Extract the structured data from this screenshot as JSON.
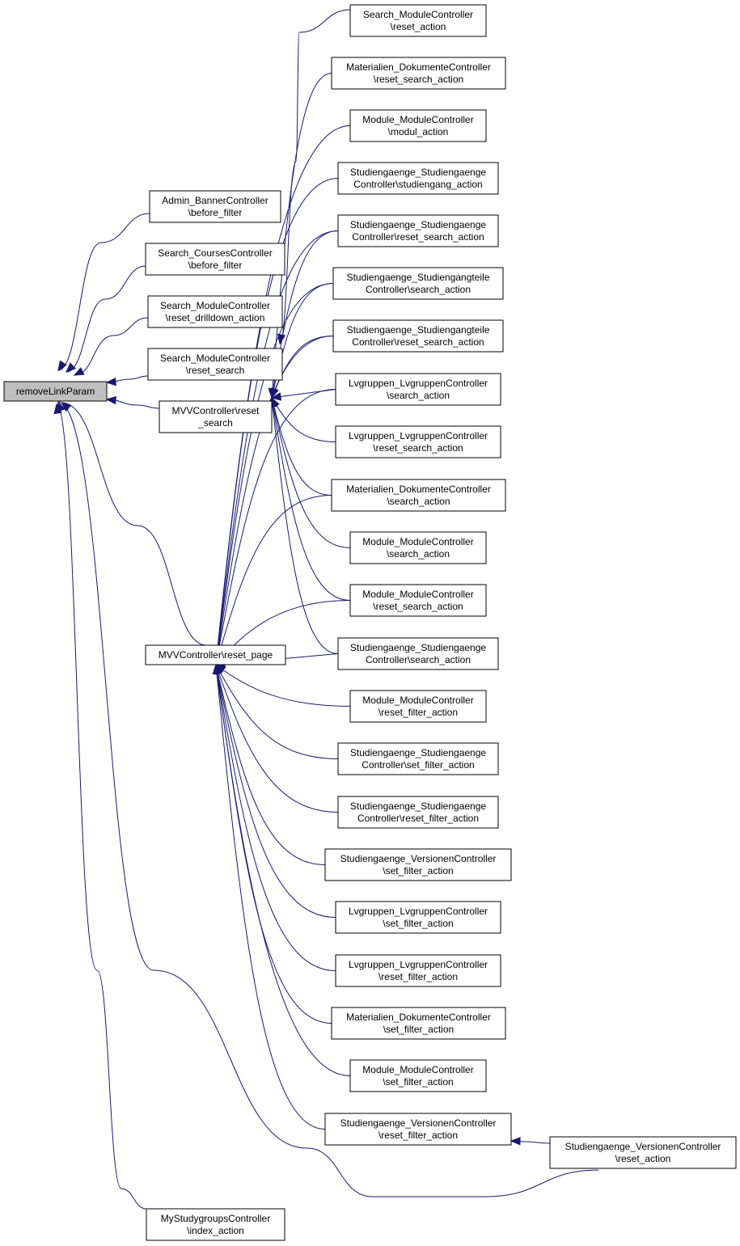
{
  "root": "removeLinkParam",
  "nodes": {
    "remove": {
      "lines": [
        "removeLinkParam"
      ]
    },
    "admin_banner": {
      "lines": [
        "Admin_BannerController",
        "\\before_filter"
      ]
    },
    "search_courses": {
      "lines": [
        "Search_CoursesController",
        "\\before_filter"
      ]
    },
    "search_mod_drill": {
      "lines": [
        "Search_ModuleController",
        "\\reset_drilldown_action"
      ]
    },
    "search_mod_reset_search": {
      "lines": [
        "Search_ModuleController",
        "\\reset_search"
      ]
    },
    "mvv_reset_search": {
      "lines": [
        "MVVController\\reset",
        "_search"
      ]
    },
    "mvv_reset_page": {
      "lines": [
        "MVVController\\reset_page"
      ]
    },
    "mystudygroups": {
      "lines": [
        "MyStudygroupsController",
        "\\index_action"
      ]
    },
    "r_search_mod_reset": {
      "lines": [
        "Search_ModuleController",
        "\\reset_action"
      ]
    },
    "r_mat_reset_search": {
      "lines": [
        "Materialien_DokumenteController",
        "\\reset_search_action"
      ]
    },
    "r_mod_modul": {
      "lines": [
        "Module_ModuleController",
        "\\modul_action"
      ]
    },
    "r_sg_studiengang": {
      "lines": [
        "Studiengaenge_Studiengaenge",
        "Controller\\studiengang_action"
      ]
    },
    "r_sg_reset_search": {
      "lines": [
        "Studiengaenge_Studiengaenge",
        "Controller\\reset_search_action"
      ]
    },
    "r_sgt_search": {
      "lines": [
        "Studiengaenge_Studiengangteile",
        "Controller\\search_action"
      ]
    },
    "r_sgt_reset_search": {
      "lines": [
        "Studiengaenge_Studiengangteile",
        "Controller\\reset_search_action"
      ]
    },
    "r_lvg_search": {
      "lines": [
        "Lvgruppen_LvgruppenController",
        "\\search_action"
      ]
    },
    "r_lvg_reset_search": {
      "lines": [
        "Lvgruppen_LvgruppenController",
        "\\reset_search_action"
      ]
    },
    "r_mat_search": {
      "lines": [
        "Materialien_DokumenteController",
        "\\search_action"
      ]
    },
    "r_mod_search": {
      "lines": [
        "Module_ModuleController",
        "\\search_action"
      ]
    },
    "r_mod_reset_search": {
      "lines": [
        "Module_ModuleController",
        "\\reset_search_action"
      ]
    },
    "r_sg_search": {
      "lines": [
        "Studiengaenge_Studiengaenge",
        "Controller\\search_action"
      ]
    },
    "r_mod_reset_filter": {
      "lines": [
        "Module_ModuleController",
        "\\reset_filter_action"
      ]
    },
    "r_sg_set_filter": {
      "lines": [
        "Studiengaenge_Studiengaenge",
        "Controller\\set_filter_action"
      ]
    },
    "r_sg_reset_filter": {
      "lines": [
        "Studiengaenge_Studiengaenge",
        "Controller\\reset_filter_action"
      ]
    },
    "r_ver_set_filter": {
      "lines": [
        "Studiengaenge_VersionenController",
        "\\set_filter_action"
      ]
    },
    "r_lvg_set_filter": {
      "lines": [
        "Lvgruppen_LvgruppenController",
        "\\set_filter_action"
      ]
    },
    "r_lvg_reset_filter": {
      "lines": [
        "Lvgruppen_LvgruppenController",
        "\\reset_filter_action"
      ]
    },
    "r_mat_set_filter": {
      "lines": [
        "Materialien_DokumenteController",
        "\\set_filter_action"
      ]
    },
    "r_mod_set_filter": {
      "lines": [
        "Module_ModuleController",
        "\\set_filter_action"
      ]
    },
    "r_ver_reset_filter": {
      "lines": [
        "Studiengaenge_VersionenController",
        "\\reset_filter_action"
      ]
    },
    "r_ver_reset": {
      "lines": [
        "Studiengaenge_VersionenController",
        "\\reset_action"
      ]
    }
  },
  "edges": [
    {
      "from": "admin_banner",
      "to": "remove"
    },
    {
      "from": "search_courses",
      "to": "remove"
    },
    {
      "from": "search_mod_drill",
      "to": "remove"
    },
    {
      "from": "search_mod_reset_search",
      "to": "remove"
    },
    {
      "from": "mvv_reset_search",
      "to": "remove"
    },
    {
      "from": "mvv_reset_page",
      "to": "remove"
    },
    {
      "from": "r_ver_reset",
      "to": "remove"
    },
    {
      "from": "mystudygroups",
      "to": "remove"
    },
    {
      "from": "r_search_mod_reset",
      "to": "search_mod_reset_search"
    },
    {
      "from": "r_mat_reset_search",
      "to": "mvv_reset_search"
    },
    {
      "from": "r_sg_reset_search",
      "to": "mvv_reset_search"
    },
    {
      "from": "r_sgt_search",
      "to": "mvv_reset_search"
    },
    {
      "from": "r_sgt_reset_search",
      "to": "mvv_reset_search"
    },
    {
      "from": "r_lvg_search",
      "to": "mvv_reset_search"
    },
    {
      "from": "r_lvg_reset_search",
      "to": "mvv_reset_search"
    },
    {
      "from": "r_mat_search",
      "to": "mvv_reset_search"
    },
    {
      "from": "r_mod_search",
      "to": "mvv_reset_search"
    },
    {
      "from": "r_mod_reset_search",
      "to": "mvv_reset_search"
    },
    {
      "from": "r_sg_search",
      "to": "mvv_reset_search"
    },
    {
      "from": "r_mod_modul",
      "to": "mvv_reset_page"
    },
    {
      "from": "r_sg_studiengang",
      "to": "mvv_reset_page"
    },
    {
      "from": "r_sg_reset_search",
      "to": "mvv_reset_page"
    },
    {
      "from": "r_sgt_search",
      "to": "mvv_reset_page"
    },
    {
      "from": "r_sgt_reset_search",
      "to": "mvv_reset_page"
    },
    {
      "from": "r_lvg_search",
      "to": "mvv_reset_page"
    },
    {
      "from": "r_mat_search",
      "to": "mvv_reset_page"
    },
    {
      "from": "r_mod_reset_search",
      "to": "mvv_reset_page"
    },
    {
      "from": "r_sg_search",
      "to": "mvv_reset_page"
    },
    {
      "from": "r_mod_reset_filter",
      "to": "mvv_reset_page"
    },
    {
      "from": "r_sg_set_filter",
      "to": "mvv_reset_page"
    },
    {
      "from": "r_sg_reset_filter",
      "to": "mvv_reset_page"
    },
    {
      "from": "r_ver_set_filter",
      "to": "mvv_reset_page"
    },
    {
      "from": "r_lvg_set_filter",
      "to": "mvv_reset_page"
    },
    {
      "from": "r_lvg_reset_filter",
      "to": "mvv_reset_page"
    },
    {
      "from": "r_mat_set_filter",
      "to": "mvv_reset_page"
    },
    {
      "from": "r_mod_set_filter",
      "to": "mvv_reset_page"
    },
    {
      "from": "r_ver_reset_filter",
      "to": "mvv_reset_page"
    },
    {
      "from": "r_ver_reset",
      "to": "r_ver_reset_filter"
    }
  ],
  "colors": {
    "edge": "#191970",
    "root_fill": "#bfbfbf",
    "node_fill": "#ffffff",
    "node_stroke": "#000000"
  }
}
